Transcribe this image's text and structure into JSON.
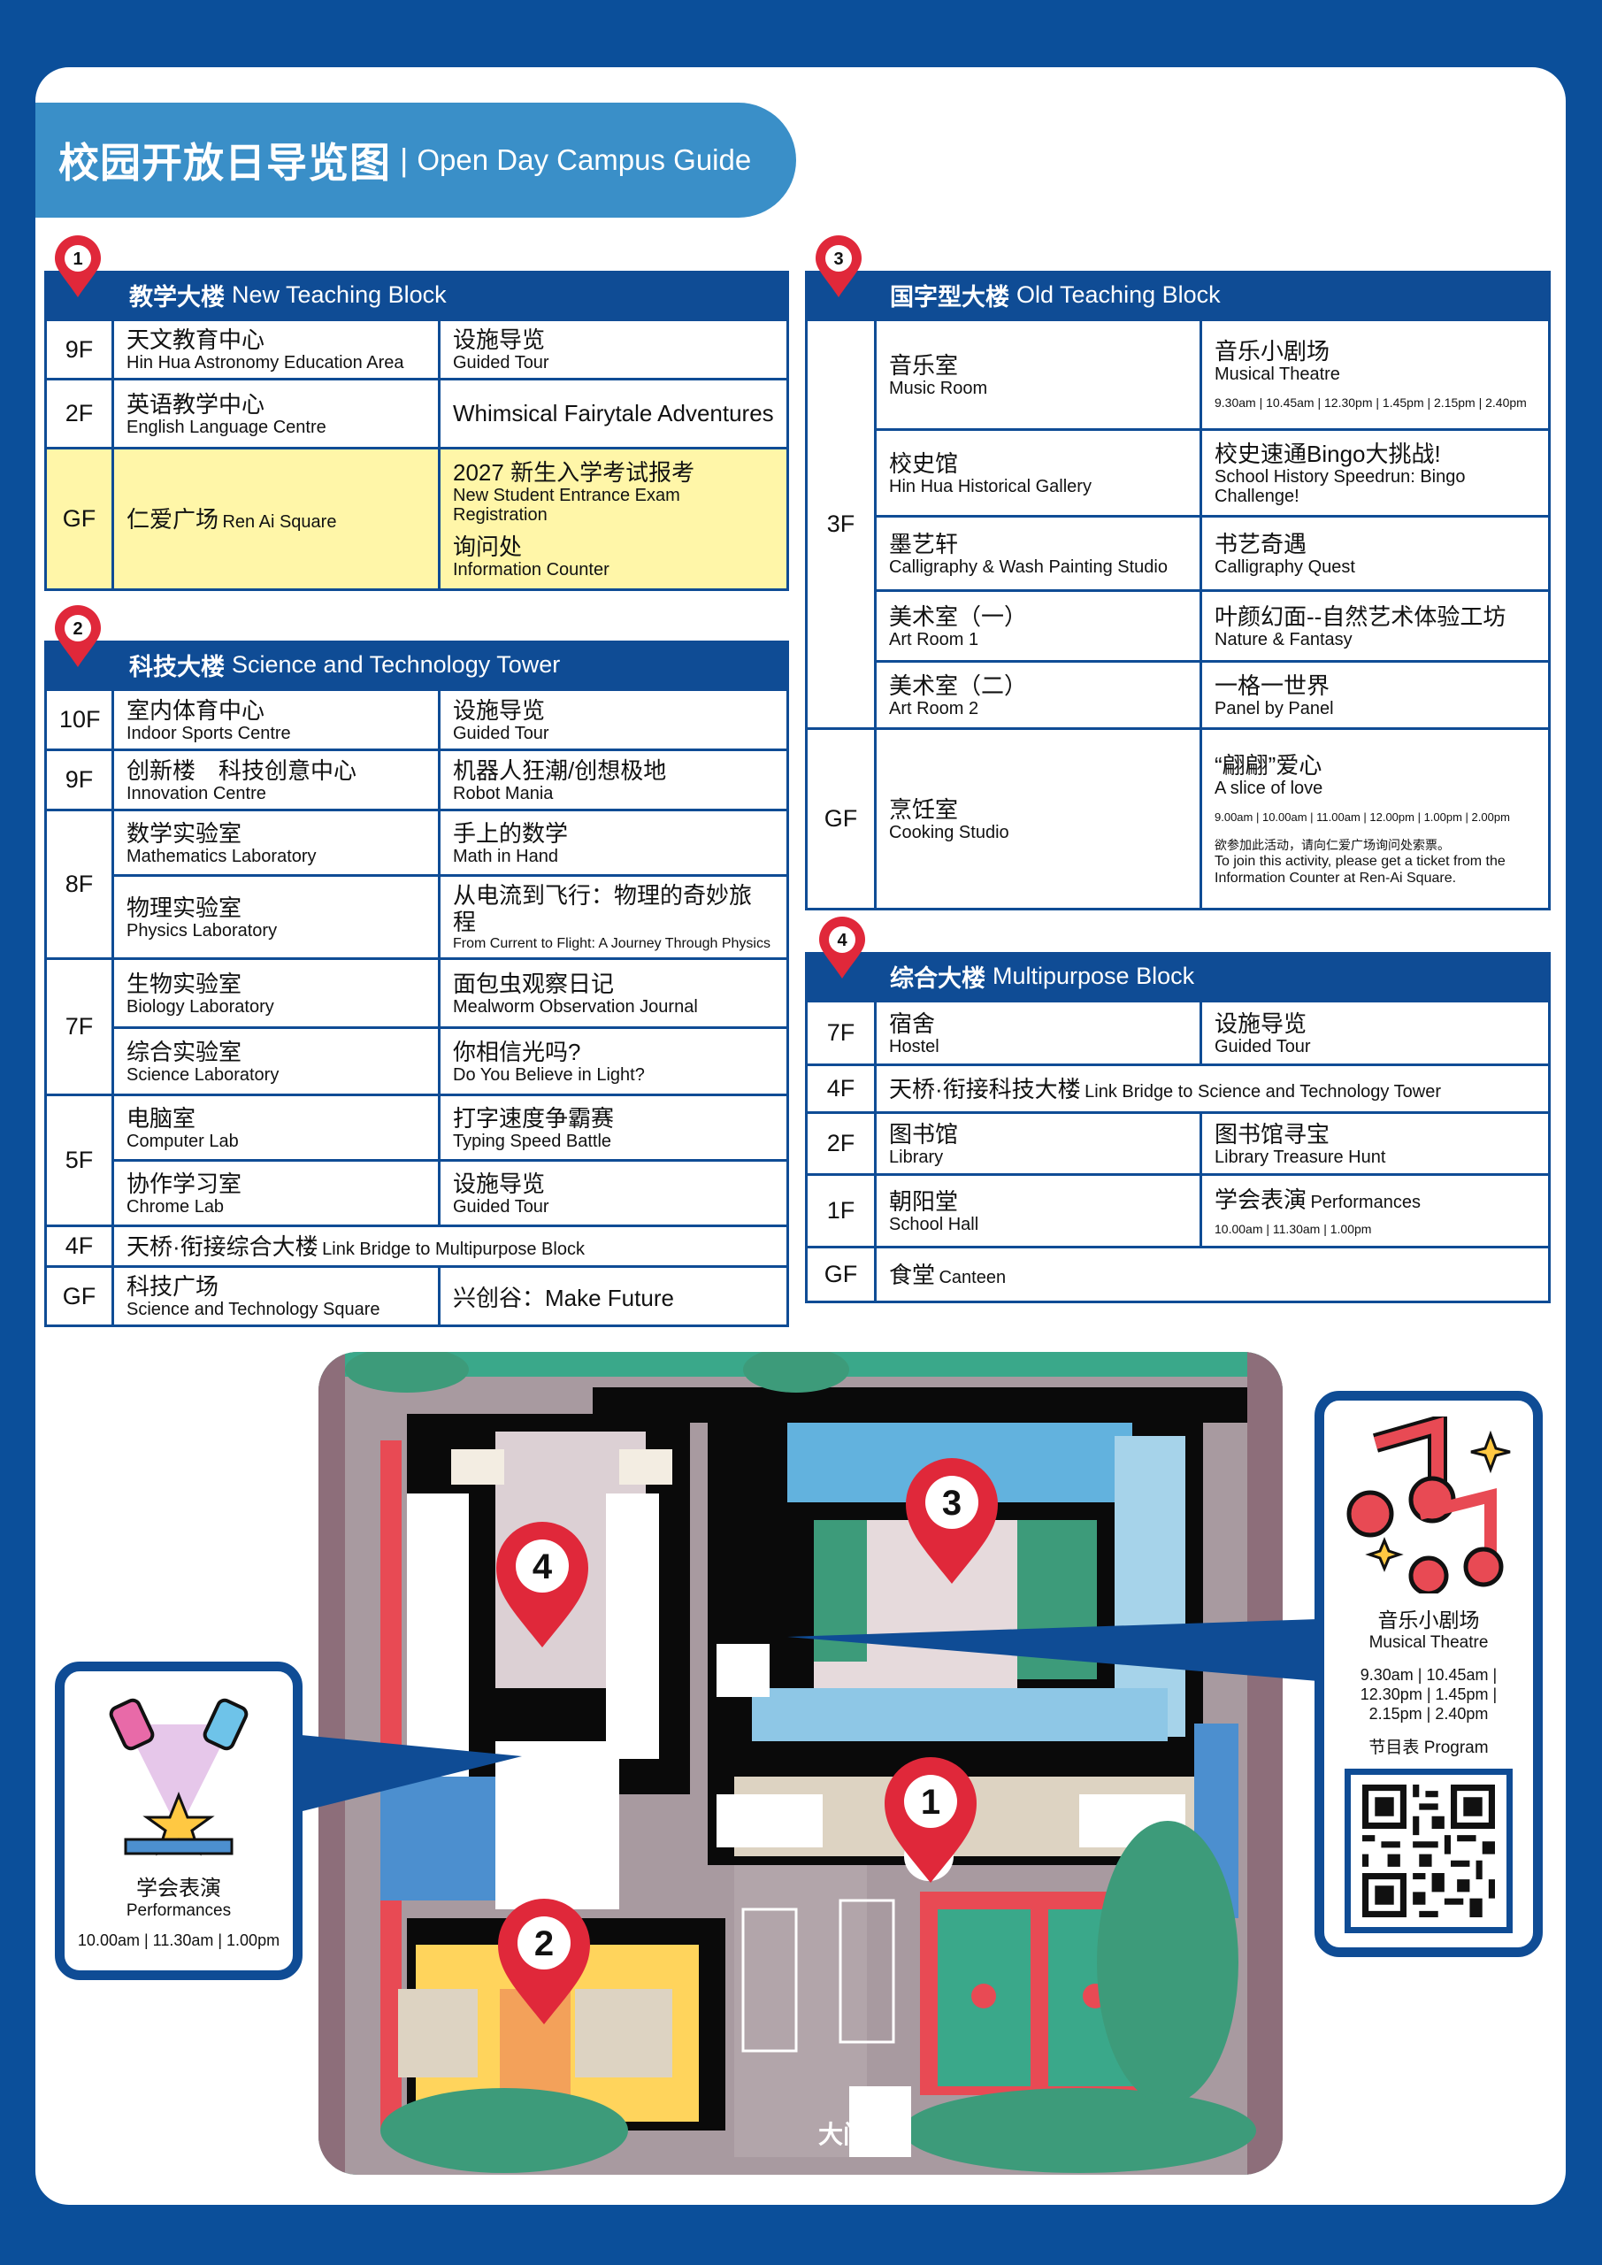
{
  "header": {
    "title_zh": "校园开放日导览图",
    "separator": "|",
    "title_en": "Open Day Campus Guide"
  },
  "block1": {
    "num": "1",
    "name_zh": "教学大楼",
    "name_en": "New Teaching Block",
    "rows": [
      {
        "floor": "9F",
        "place_zh": "天文教育中心",
        "place_en": "Hin Hua Astronomy Education Area",
        "act_zh": "设施导览",
        "act_en": "Guided Tour"
      },
      {
        "floor": "2F",
        "place_zh": "英语教学中心",
        "place_en": "English Language Centre",
        "act": "Whimsical Fairytale Adventures"
      },
      {
        "floor": "GF",
        "place_zh": "仁爱广场",
        "place_en": "Ren Ai Square",
        "act1_zh": "2027 新生入学考试报考",
        "act1_en": "New Student Entrance Exam Registration",
        "act2_zh": "询问处",
        "act2_en": "Information Counter"
      }
    ]
  },
  "block2": {
    "num": "2",
    "name_zh": "科技大楼",
    "name_en": "Science and Technology Tower",
    "rows": [
      {
        "floor": "10F",
        "place_zh": "室内体育中心",
        "place_en": "Indoor Sports Centre",
        "act_zh": "设施导览",
        "act_en": "Guided Tour"
      },
      {
        "floor": "9F",
        "place_zh": "创新楼　科技创意中心",
        "place_en": "Innovation Centre",
        "act_zh": "机器人狂潮/创想极地",
        "act_en": "Robot Mania"
      },
      {
        "floor": "8F",
        "place_zh": "数学实验室",
        "place_en": "Mathematics Laboratory",
        "act_zh": "手上的数学",
        "act_en": "Math in Hand"
      },
      {
        "place_zh": "物理实验室",
        "place_en": "Physics Laboratory",
        "act_zh": "从电流到飞行：物理的奇妙旅程",
        "act_en": "From Current to Flight: A Journey Through Physics"
      },
      {
        "floor": "7F",
        "place_zh": "生物实验室",
        "place_en": "Biology Laboratory",
        "act_zh": "面包虫观察日记",
        "act_en": "Mealworm Observation Journal"
      },
      {
        "place_zh": "综合实验室",
        "place_en": "Science Laboratory",
        "act_zh": "你相信光吗?",
        "act_en": "Do You Believe in Light?"
      },
      {
        "floor": "5F",
        "place_zh": "电脑室",
        "place_en": "Computer Lab",
        "act_zh": "打字速度争霸赛",
        "act_en": "Typing Speed Battle"
      },
      {
        "place_zh": "协作学习室",
        "place_en": "Chrome Lab",
        "act_zh": "设施导览",
        "act_en": "Guided Tour"
      },
      {
        "floor": "4F",
        "span_zh": "天桥·衔接综合大楼",
        "span_en": "Link Bridge to Multipurpose Block"
      },
      {
        "floor": "GF",
        "place_zh": "科技广场",
        "place_en": "Science and Technology Square",
        "act": "兴创谷：Make Future"
      }
    ]
  },
  "block3": {
    "num": "3",
    "name_zh": "国字型大楼",
    "name_en": "Old Teaching Block",
    "floor3": "3F",
    "floorG": "GF",
    "rows": [
      {
        "place_zh": "音乐室",
        "place_en": "Music Room",
        "act_zh": "音乐小剧场",
        "act_en": "Musical Theatre",
        "times": "9.30am | 10.45am | 12.30pm | 1.45pm | 2.15pm | 2.40pm"
      },
      {
        "place_zh": "校史馆",
        "place_en": "Hin Hua Historical Gallery",
        "act_zh": "校史速通Bingo大挑战!",
        "act_en": "School History Speedrun: Bingo Challenge!"
      },
      {
        "place_zh": "墨艺轩",
        "place_en": "Calligraphy & Wash Painting Studio",
        "act_zh": "书艺奇遇",
        "act_en": "Calligraphy Quest"
      },
      {
        "place_zh": "美术室（一）",
        "place_en": "Art Room 1",
        "act_zh": "叶颜幻面--自然艺术体验工坊",
        "act_en": "Nature & Fantasy"
      },
      {
        "place_zh": "美术室（二）",
        "place_en": "Art Room 2",
        "act_zh": "一格一世界",
        "act_en": "Panel by Panel"
      },
      {
        "place_zh": "烹饪室",
        "place_en": "Cooking Studio",
        "act_zh": "“翩翩”爱心",
        "act_en": "A slice of love",
        "times": "9.00am | 10.00am | 11.00am | 12.00pm | 1.00pm | 2.00pm",
        "note_zh": "欲参加此活动，请向仁爱广场询问处索票。",
        "note_en": "To join this activity, please get a ticket from the Information Counter at Ren-Ai Square."
      }
    ]
  },
  "block4": {
    "num": "4",
    "name_zh": "综合大楼",
    "name_en": "Multipurpose Block",
    "rows": [
      {
        "floor": "7F",
        "place_zh": "宿舍",
        "place_en": "Hostel",
        "act_zh": "设施导览",
        "act_en": "Guided Tour"
      },
      {
        "floor": "4F",
        "span_zh": "天桥·衔接科技大楼",
        "span_en": "Link Bridge to Science and Technology Tower"
      },
      {
        "floor": "2F",
        "place_zh": "图书馆",
        "place_en": "Library",
        "act_zh": "图书馆寻宝",
        "act_en": "Library Treasure Hunt"
      },
      {
        "floor": "1F",
        "place_zh": "朝阳堂",
        "place_en": "School Hall",
        "act_zh": "学会表演",
        "act_en": "Performances",
        "times": "10.00am | 11.30am | 1.00pm"
      },
      {
        "floor": "GF",
        "place_zh": "食堂",
        "place_en": "Canteen"
      }
    ]
  },
  "map": {
    "gate_label": "大门",
    "pins": [
      "1",
      "2",
      "3",
      "4"
    ]
  },
  "left_callout": {
    "title_zh": "学会表演",
    "title_en": "Performances",
    "times": "10.00am | 11.30am | 1.00pm"
  },
  "right_callout": {
    "title_zh": "音乐小剧场",
    "title_en": "Musical Theatre",
    "times_l1": "9.30am | 10.45am |",
    "times_l2": "12.30pm | 1.45pm |",
    "times_l3": "2.15pm | 2.40pm",
    "program_zh": "节目表",
    "program_en": "Program"
  },
  "colors": {
    "primary": "#0f4c95",
    "header": "#3a8fc8",
    "highlight": "#fff6a8",
    "pin": "#e0283a"
  }
}
